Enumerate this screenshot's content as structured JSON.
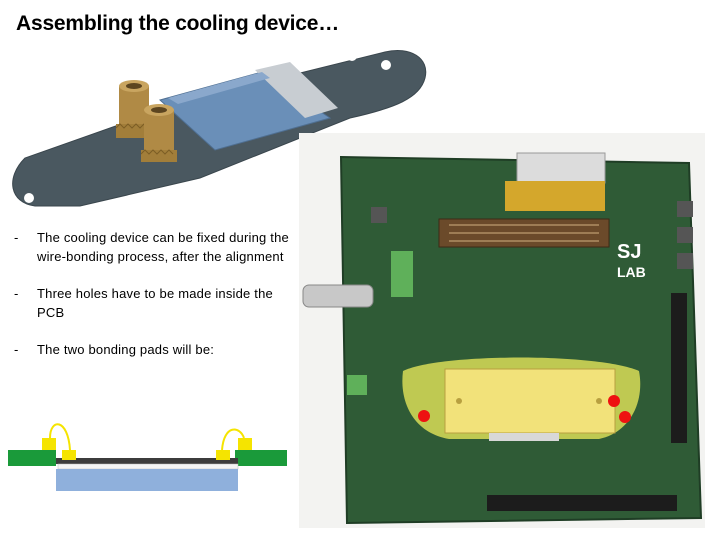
{
  "slide": {
    "title": "Assembling the cooling device…"
  },
  "bullets": [
    {
      "marker": "-",
      "text": "The cooling device can be fixed during the wire-bonding process, after the alignment"
    },
    {
      "marker": "-",
      "text": "Three holes have to be made inside the PCB"
    },
    {
      "marker": "-",
      "text": "The two bonding pads will be:"
    }
  ],
  "pcb_photo": {
    "board_label_1": "SJ",
    "board_label_2": "LAB"
  },
  "colors": {
    "pcb_green": "#2f5b36",
    "highlight_yellow": "#e8e85a",
    "hole_marker_red": "#ee1111",
    "bond_pad_yellow": "#f5e400",
    "pcb_band_green": "#1a9a3a",
    "sensor_blue": "#8fb0dc",
    "plate_gray": "#4a5860"
  }
}
